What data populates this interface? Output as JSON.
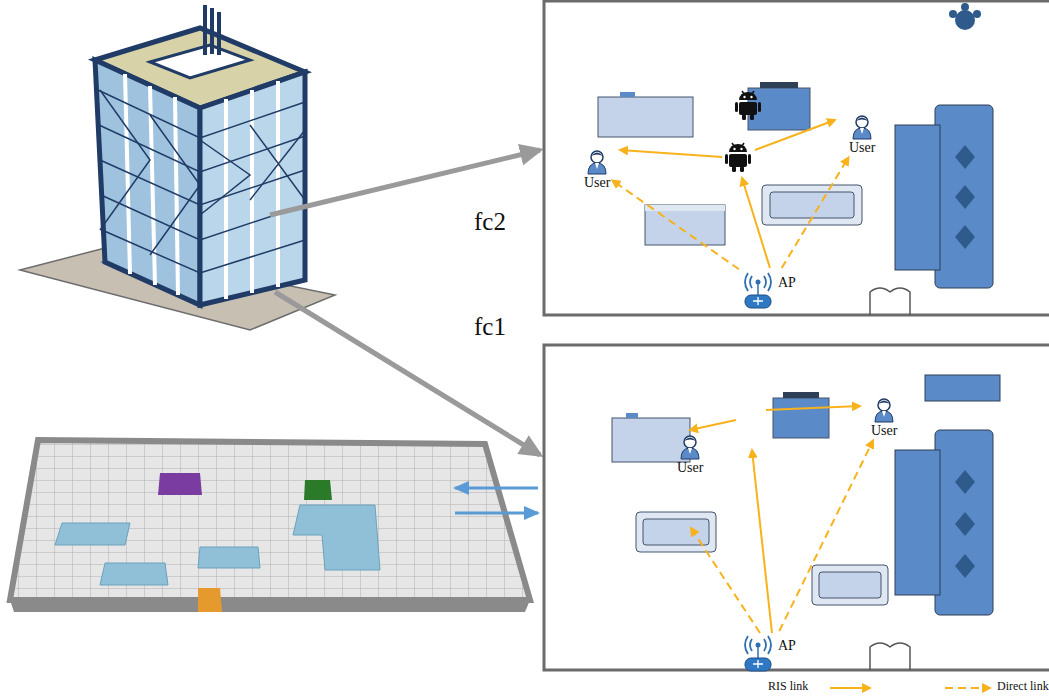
{
  "diagram": {
    "nodes": [
      {
        "text": [
          "User"
        ]
      },
      {
        "text": [
          "User"
        ]
      },
      {
        "text": [
          "AP"
        ]
      },
      {
        "text": [
          "User"
        ]
      },
      {
        "text": [
          "User"
        ]
      },
      {
        "text": [
          "AP"
        ]
      }
    ],
    "edges": [
      {
        "from": 2,
        "to": 0,
        "arrow": "to"
      },
      {
        "from": 2,
        "to": 1,
        "arrow": "to"
      },
      {
        "from": 5,
        "to": 3,
        "arrow": "to"
      }
    ],
    "labels": [
      "fc2",
      "fc1"
    ],
    "legend": [
      {
        "text": "RIS link"
      },
      {
        "text": "Direct link"
      }
    ]
  }
}
